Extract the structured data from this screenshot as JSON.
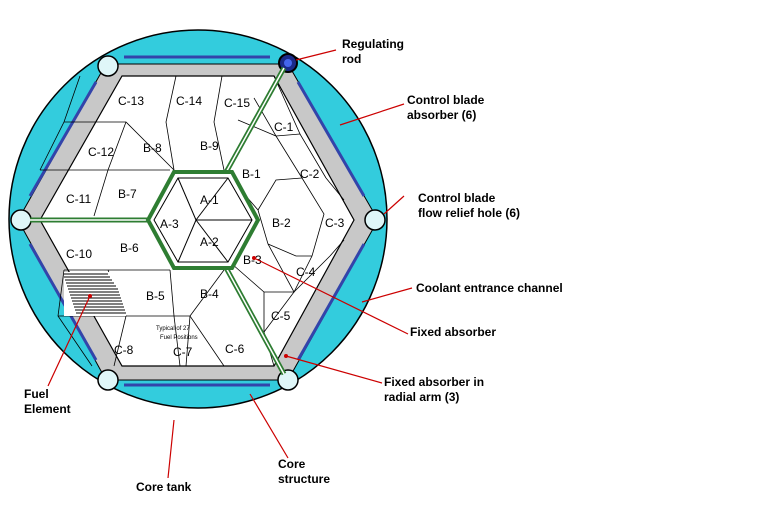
{
  "diagram": {
    "cells": {
      "a1": "A-1",
      "a2": "A-2",
      "a3": "A-3",
      "b1": "B-1",
      "b2": "B-2",
      "b3": "B-3",
      "b4": "B-4",
      "b5": "B-5",
      "b6": "B-6",
      "b7": "B-7",
      "b8": "B-8",
      "b9": "B-9",
      "c1": "C-1",
      "c2": "C-2",
      "c3": "C-3",
      "c4": "C-4",
      "c5": "C-5",
      "c6": "C-6",
      "c7": "C-7",
      "c8": "C-8",
      "c10": "C-10",
      "c11": "C-11",
      "c12": "C-12",
      "c13": "C-13",
      "c14": "C-14",
      "c15": "C-15"
    },
    "typical_note": [
      "Typical of 27",
      "Fuel Positions"
    ],
    "callouts": {
      "regulating_rod": [
        "Regulating",
        "rod"
      ],
      "control_blade_absorber": [
        "Control blade",
        "absorber (6)"
      ],
      "flow_relief_hole": [
        "Control blade",
        "flow relief hole (6)"
      ],
      "coolant_channel": [
        "Coolant entrance channel"
      ],
      "fixed_absorber": [
        "Fixed absorber"
      ],
      "fixed_absorber_radial": [
        "Fixed absorber in",
        "radial arm (3)"
      ],
      "fuel_element": [
        "Fuel",
        "Element"
      ],
      "core_structure": [
        "Core",
        "structure"
      ],
      "core_tank": [
        "Core tank"
      ]
    },
    "colors": {
      "tank": "#33ccdd",
      "structure": "#c8c8c8",
      "absorber": "#3344aa",
      "fixed_absorber": "#2e7d32",
      "regulating_rod": "#1a2a8a",
      "leader": "#cc0000",
      "outline": "#000000"
    }
  }
}
